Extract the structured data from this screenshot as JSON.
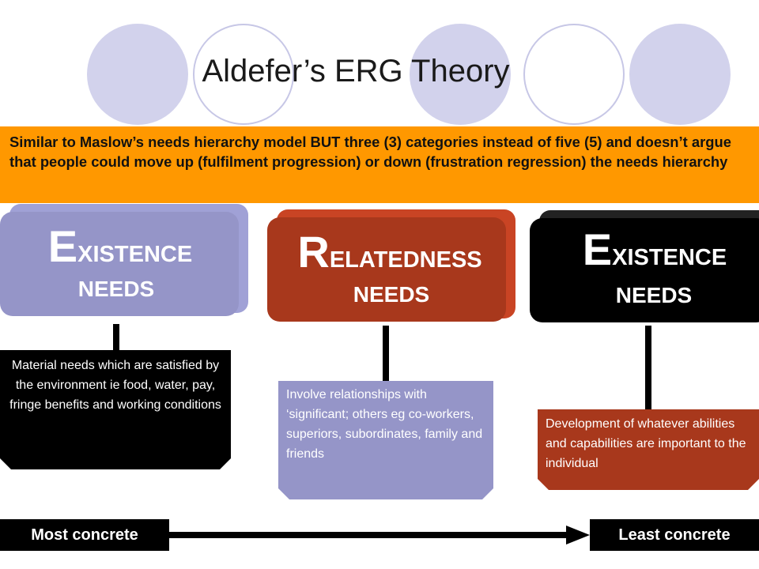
{
  "title": "Aldefer’s ERG Theory",
  "banner_text": "Similar to Maslow’s needs hierarchy model BUT three (3) categories instead of five (5) and doesn’t  argue  that people could move up (fulfilment progression) or down (frustration regression) the needs hierarchy",
  "categories": [
    {
      "initial": "E",
      "rest": "XISTENCE",
      "sub": "NEEDS",
      "description": "Material needs which are satisfied by the environment ie food, water, pay, fringe benefits and working conditions"
    },
    {
      "initial": "R",
      "rest": "ELATEDNESS",
      "sub": "NEEDS",
      "description": "Involve relationships with ‘significant; others eg co-workers, superiors, subordinates, family and friends"
    },
    {
      "initial": "E",
      "rest": "XISTENCE",
      "sub": "NEEDS",
      "description": "Development of whatever abilities and capabilities are important to the individual"
    }
  ],
  "scale": {
    "left_label": "Most concrete",
    "right_label": "Least concrete"
  },
  "colors": {
    "banner": "#ff9800",
    "existence": "#9595c8",
    "relatedness": "#a8381c",
    "growth": "#000000",
    "decor_circle": "#d2d2ec"
  }
}
